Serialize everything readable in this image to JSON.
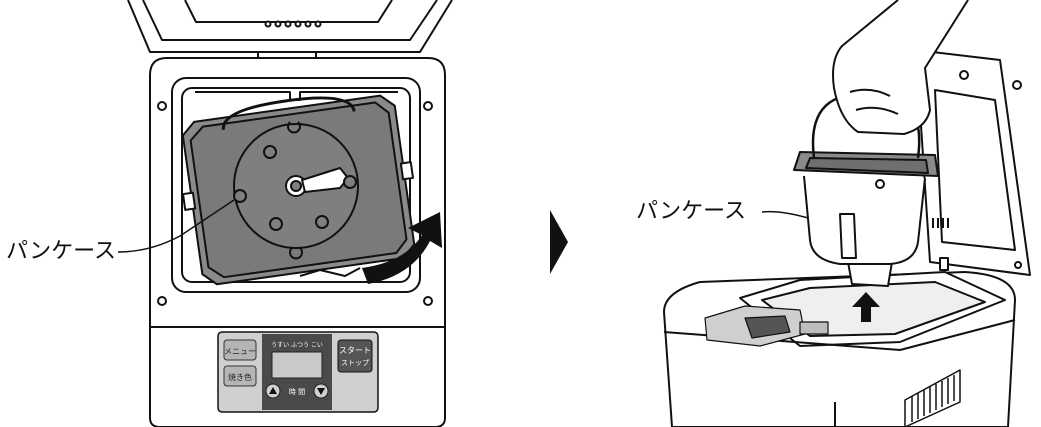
{
  "callouts": {
    "left_label": "パンケース",
    "right_label": "パンケース"
  },
  "control_panel": {
    "menu_button": "メニュー",
    "crust_button": "焼き色",
    "crust_levels": "うすい ふつう こい",
    "time_label": "時 間",
    "start_button_line1": "スタート",
    "start_button_line2": "ストップ"
  },
  "icons": {
    "rotate_arrow": "curved-arrow-icon",
    "step_arrow": "triangle-right-icon",
    "lift_arrow": "up-arrow-icon"
  },
  "colors": {
    "line": "#111111",
    "pan_gray": "#7d7d7d",
    "panel_gray": "#bdbdbd",
    "display_dark": "#4a4a4a"
  }
}
